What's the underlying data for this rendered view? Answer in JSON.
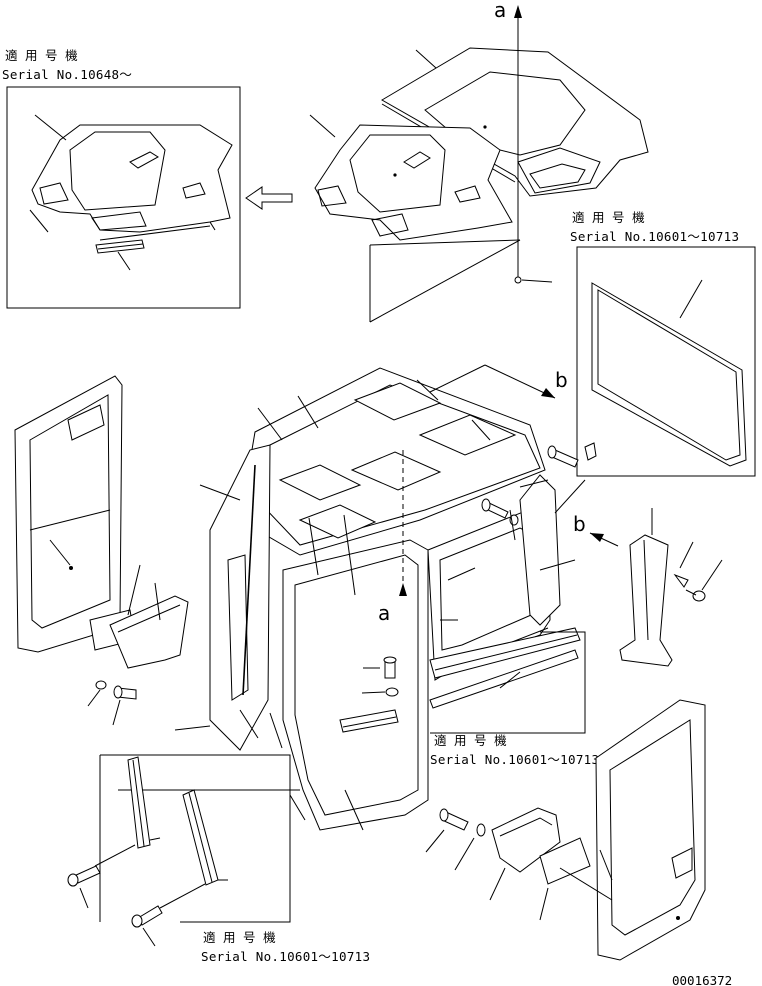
{
  "notes": {
    "top_left": {
      "applicable": "適 用 号 機",
      "serial": "Serial No.10648～"
    },
    "right_upper": {
      "applicable": "適 用 号 機",
      "serial": "Serial No.10601～10713"
    },
    "center_right": {
      "applicable": "適 用 号 機",
      "serial": "Serial No.10601～10713"
    },
    "bottom_center": {
      "applicable": "適 用 号 機",
      "serial": "Serial No.10601～10713"
    }
  },
  "view_markers": {
    "a_top": "a",
    "a_center": "a",
    "b_upper": "b",
    "b_lower": "b"
  },
  "drawing_number": "00016372"
}
